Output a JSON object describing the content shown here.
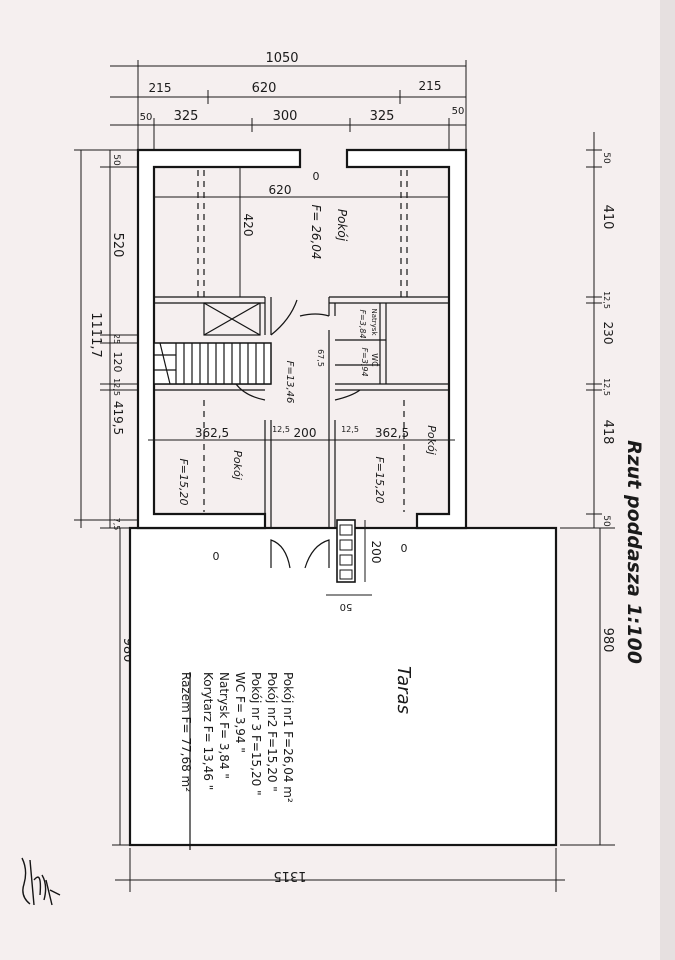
{
  "drawing": {
    "title": "Rzut poddasza 1:100",
    "dims_top": {
      "total": "1050",
      "row2": [
        "215",
        "620",
        "215"
      ],
      "row3": [
        "50",
        "325",
        "300",
        "325",
        "50"
      ]
    },
    "dims_left": {
      "total": "1111,7",
      "parts": [
        "50",
        "520",
        "25",
        "120",
        "12,5",
        "419,5",
        "7,5"
      ],
      "lower": "980"
    },
    "dims_right": {
      "parts": [
        "50",
        "410",
        "12,5",
        "230",
        "12,5",
        "418",
        "50"
      ],
      "lower": "980"
    },
    "dims_bottom": {
      "total": "1315"
    },
    "room_pokoj1": {
      "name": "Pokój",
      "area": "F= 26,04",
      "dim_w": "620",
      "dim_h": "420"
    },
    "room_natrysk": {
      "area": "F=3,84",
      "label": "Natrysk"
    },
    "room_wc": {
      "name": "WC",
      "area": "F=3,94"
    },
    "corridor": {
      "area": "F=13,46",
      "dim_w": "200",
      "dim_a": "12,5",
      "dim_b": "12,5",
      "dim_c": "67,5"
    },
    "room_pokoj2": {
      "name": "Pokój",
      "area": "F=15,20",
      "dim": "362,5"
    },
    "room_pokoj3": {
      "name": "Pokój",
      "area": "F=15,20",
      "dim": "362,5"
    },
    "chimney": {
      "dim_h": "200",
      "dim_w": "50"
    },
    "terrace": {
      "name": "Taras"
    },
    "markers": [
      "0",
      "0",
      "0"
    ],
    "legend": [
      "Pokój nr1  F=26,04 m²",
      "Pokój nr2 F=15,20 \"",
      "Pokój nr 3 F=15,20 \"",
      "WC  F= 3,94 \"",
      "Natrysk  F= 3,84 \"",
      "Korytarz  F= 13,46 \""
    ],
    "legend_total": "Razem  F= 77,68 m²",
    "signature": "signature"
  }
}
